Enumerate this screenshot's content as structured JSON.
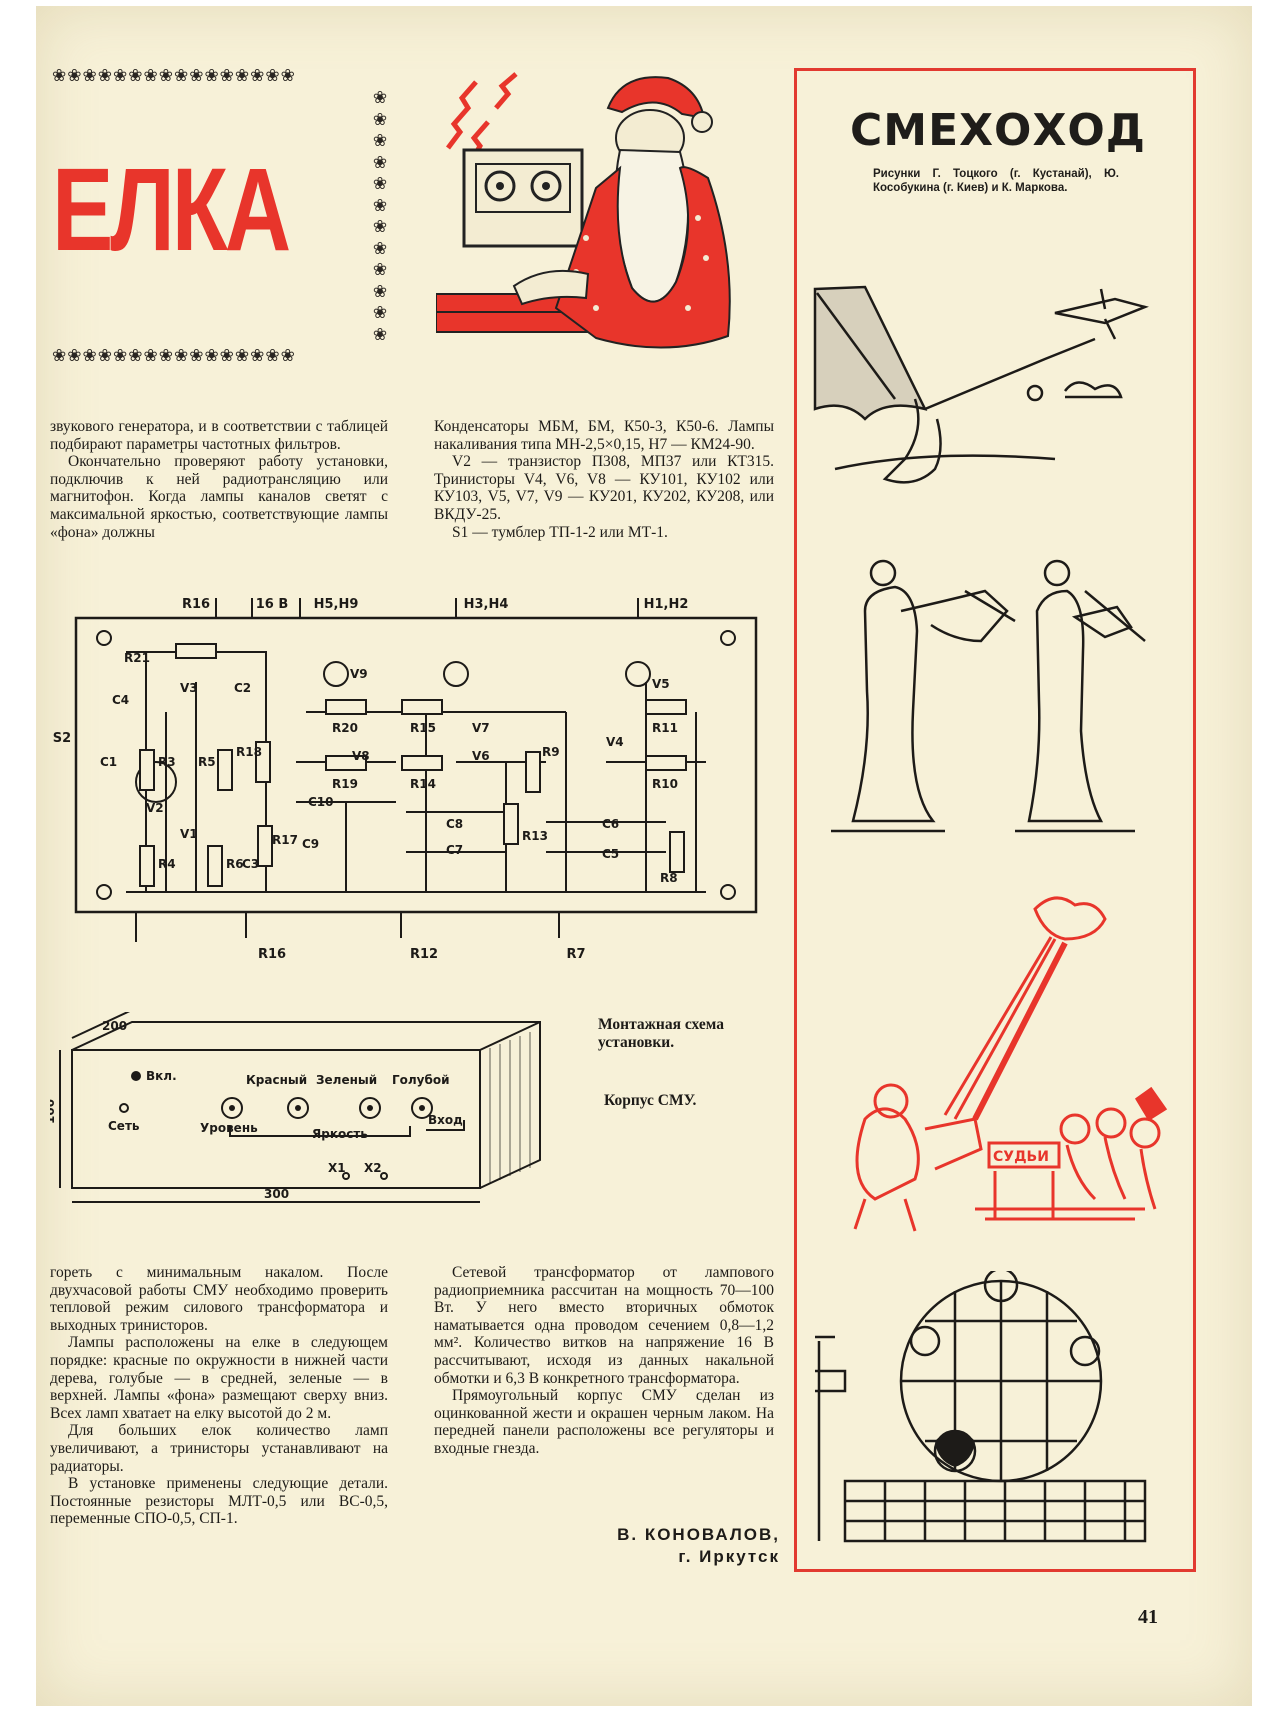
{
  "article": {
    "headline": "ЕЛКА",
    "top_left_text": [
      "звукового генератора, и в соответствии с таблицей подбирают параметры частотных фильтров.",
      "Окончательно проверяют работу установки, подключив к ней радиотрансляцию или магнитофон. Когда лампы каналов светят с максимальной яркостью, соответствующие лампы «фона» должны"
    ],
    "top_right_text": [
      "Конденсаторы МБМ, БМ, К50-3, К50-6. Лампы накаливания типа МН-2,5×0,15, Н7 — КМ24-90.",
      "V2 — транзистор П308, МП37 или КТ315. Тринисторы V4, V6, V8 — КУ101, КУ102 или КУ103, V5, V7, V9 — КУ201, КУ202, КУ208, или ВКДУ-25.",
      "S1 — тумблер ТП-1-2 или МТ-1."
    ],
    "bottom_left_text": [
      "гореть с минимальным накалом. После двухчасовой работы СМУ необходимо проверить тепловой режим силового трансформатора и выходных тринисторов.",
      "Лампы расположены на елке в следующем порядке: красные по окружности в нижней части дерева, голубые — в средней, зеленые — в верхней. Лампы «фона» размещают сверху вниз. Всех ламп хватает на елку высотой до 2 м.",
      "Для больших елок количество ламп увеличивают, а тринисторы устанавливают на радиаторы.",
      "В установке применены следующие детали. Постоянные резисторы МЛТ-0,5 или ВС-0,5, переменные СПО-0,5, СП-1."
    ],
    "bottom_right_text": [
      "Сетевой трансформатор от лампового радиоприемника рассчитан на мощность 70—100 Вт. У него вместо вторичных обмоток наматывается одна проводом сечением 0,8—1,2 мм². Количество витков на напряжение 16 В рассчитывают, исходя из данных накальной обмотки и 6,3 В конкретного трансформатора.",
      "Прямоугольный корпус СМУ сделан из оцинкованной жести и окрашен черным лаком. На передней панели расположены все регуляторы и входные гнезда."
    ],
    "caption_schematic": "Монтажная схема установки.",
    "caption_enclosure": "Корпус СМУ.",
    "author": "В. КОНОВАЛОВ,",
    "city": "г. Иркутск",
    "page_number": "41"
  },
  "schematic": {
    "top_labels": [
      "R16",
      "16 В",
      "Н5,Н9",
      "Н3,Н4",
      "Н1,Н2"
    ],
    "bottom_labels": [
      "R16",
      "R12",
      "R7"
    ],
    "left_label": "S2",
    "components": [
      "R21",
      "V3",
      "C4",
      "C2",
      "V9",
      "R20",
      "R15",
      "V7",
      "V5",
      "R11",
      "C1",
      "R3",
      "R5",
      "R18",
      "V8",
      "V6",
      "R9",
      "V4",
      "R19",
      "R14",
      "R10",
      "V2",
      "C10",
      "C8",
      "C6",
      "V1",
      "R17",
      "C9",
      "C7",
      "R13",
      "C5",
      "R4",
      "R6",
      "C3",
      "R8"
    ]
  },
  "enclosure": {
    "dim_depth": "200",
    "dim_height": "100",
    "dim_width": "300",
    "panel_labels": [
      "Вкл.",
      "Сеть",
      "Красный",
      "Зеленый",
      "Голубой",
      "Уровень",
      "Яркость",
      "Вход",
      "X1",
      "X2"
    ]
  },
  "sidebar": {
    "title": "СМЕХОХОД",
    "credit": "Рисунки Г. Тоцкого (г. Кустанай), Ю. Кособукина (г. Киев) и К. Маркова.",
    "cartoon4_sign": "СУДЬИ"
  },
  "colors": {
    "accent_red": "#e8352b",
    "paper": "#f7f1d8",
    "ink": "#1d1b18"
  }
}
